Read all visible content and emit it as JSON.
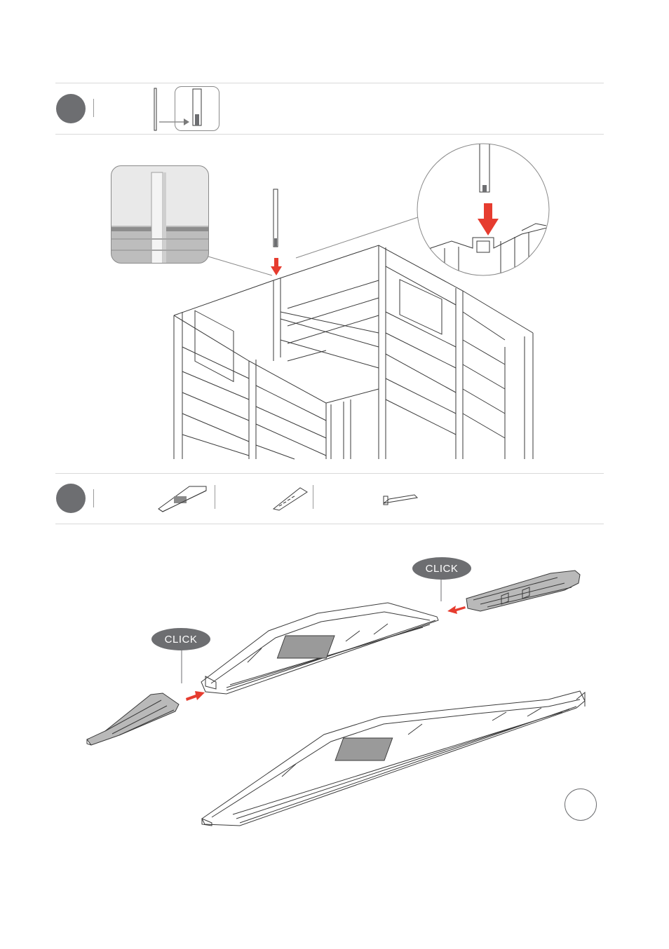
{
  "steps": [
    {
      "id": "step-1",
      "number": ""
    },
    {
      "id": "step-2",
      "number": ""
    }
  ],
  "click_labels": {
    "right": "CLICK",
    "left": "CLICK"
  },
  "page_number": "",
  "colors": {
    "step_circle": "#6d6e71",
    "arrow_red": "#e63c2f",
    "rule": "#d9d9d9",
    "line_art": "#3a3a3a"
  },
  "icons": [
    "metal-rod-icon",
    "rod-end-detail-icon",
    "arrow-right-icon",
    "roof-truss-center-icon",
    "roof-truss-side-icon",
    "truss-bracket-icon",
    "red-arrow-down-icon",
    "red-arrow-left-icon",
    "red-arrow-right-icon"
  ]
}
